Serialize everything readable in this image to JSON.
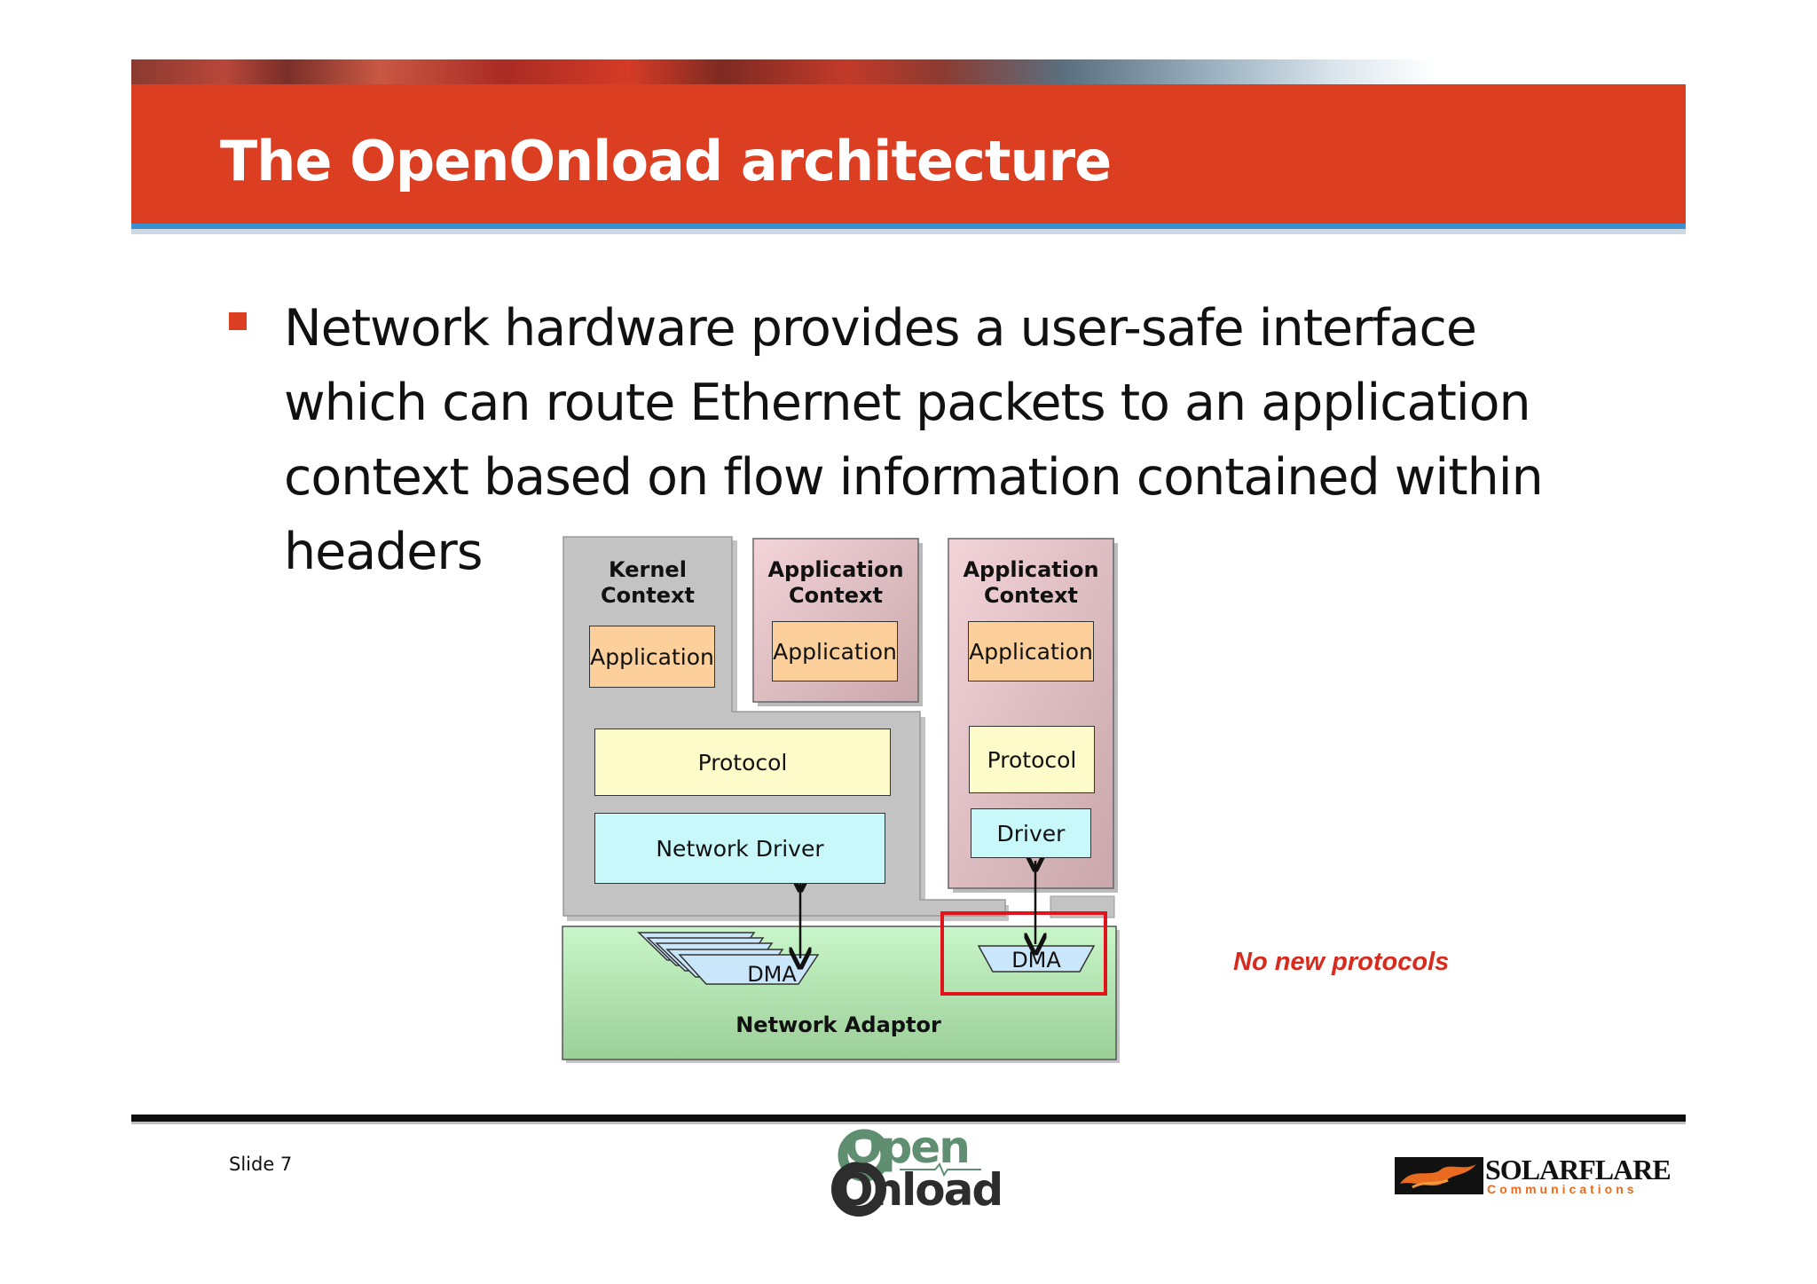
{
  "slide": {
    "title": "The OpenOnload architecture",
    "bullet": "Network hardware provides a user-safe interface which can route Ethernet packets to an application context based on flow information contained within headers",
    "slide_number": "Slide 7",
    "callout": "No new protocols"
  },
  "diagram": {
    "kernel_context": "Kernel Context",
    "app_context_1": "Application Context",
    "app_context_2": "Application Context",
    "application": "Application",
    "protocol": "Protocol",
    "network_driver": "Network Driver",
    "driver": "Driver",
    "dma": "DMA",
    "network_adaptor": "Network Adaptor"
  },
  "logos": {
    "openonload_top": "Open",
    "openonload_bottom": "Onload",
    "solarflare": "SOLARFLARE",
    "solarflare_sub": "Communications"
  },
  "colors": {
    "accent_red": "#dc3e22",
    "header_blue": "#3a8fd0",
    "highlight_red": "#e2141b"
  }
}
